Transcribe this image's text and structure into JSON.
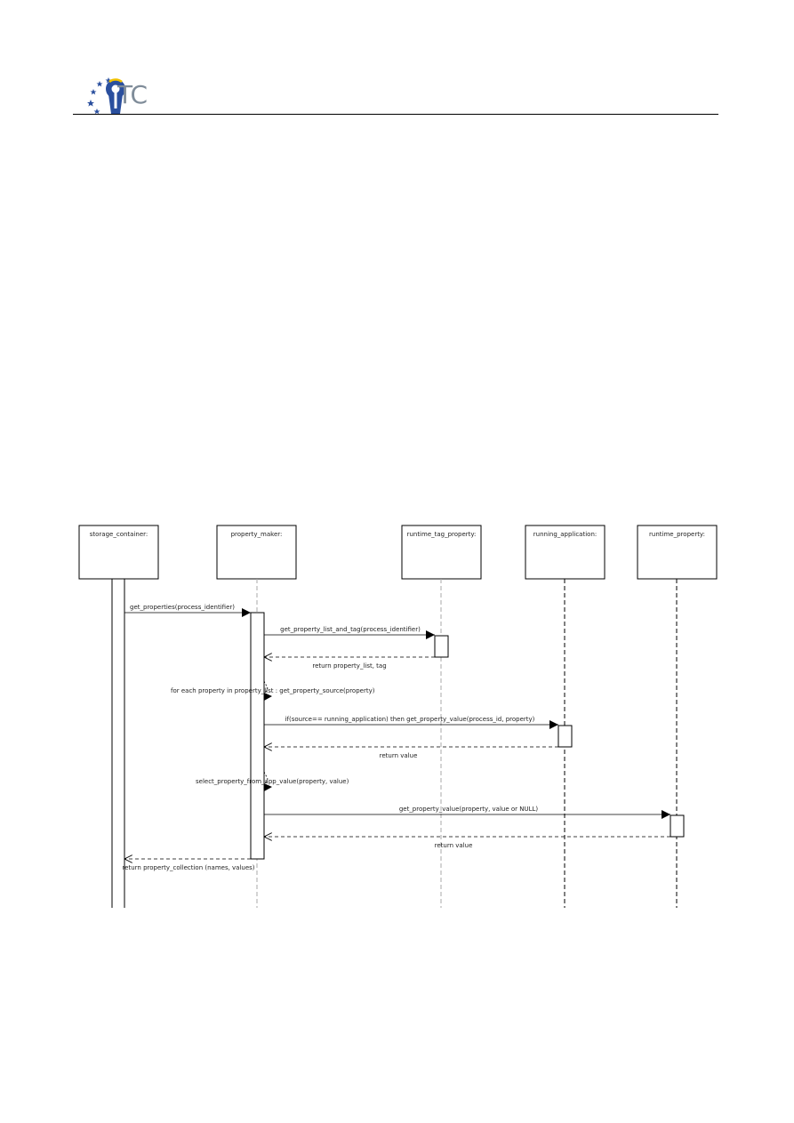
{
  "header": {
    "logo_text": "TC",
    "logo_icon": "keyhole-stars-icon"
  },
  "diagram": {
    "participants": [
      {
        "id": "storage",
        "label": "storage_container:"
      },
      {
        "id": "maker",
        "label": "property_maker:"
      },
      {
        "id": "tag",
        "label": "runtime_tag_property:"
      },
      {
        "id": "app",
        "label": "running_application:"
      },
      {
        "id": "runtime",
        "label": "runtime_property:"
      }
    ],
    "messages": [
      {
        "from": "storage",
        "to": "maker",
        "kind": "call",
        "label": "get_properties(process_identifier)"
      },
      {
        "from": "maker",
        "to": "tag",
        "kind": "call",
        "label": "get_property_list_and_tag(process_identifier)"
      },
      {
        "from": "tag",
        "to": "maker",
        "kind": "return",
        "label": "return property_list, tag"
      },
      {
        "from": "maker",
        "to": "maker",
        "kind": "self",
        "label": "for each property in property_list : get_property_source(property)"
      },
      {
        "from": "maker",
        "to": "app",
        "kind": "call",
        "label": "if(source== running_application) then get_property_value(process_id, property)"
      },
      {
        "from": "app",
        "to": "maker",
        "kind": "return",
        "label": "return value"
      },
      {
        "from": "maker",
        "to": "maker",
        "kind": "self",
        "label": "select_property_from_app_value(property, value)"
      },
      {
        "from": "maker",
        "to": "runtime",
        "kind": "call",
        "label": "get_property_value(property, value or NULL)"
      },
      {
        "from": "runtime",
        "to": "maker",
        "kind": "return",
        "label": "return value"
      },
      {
        "from": "maker",
        "to": "storage",
        "kind": "return",
        "label": "return property_collection (names, values)"
      }
    ]
  }
}
